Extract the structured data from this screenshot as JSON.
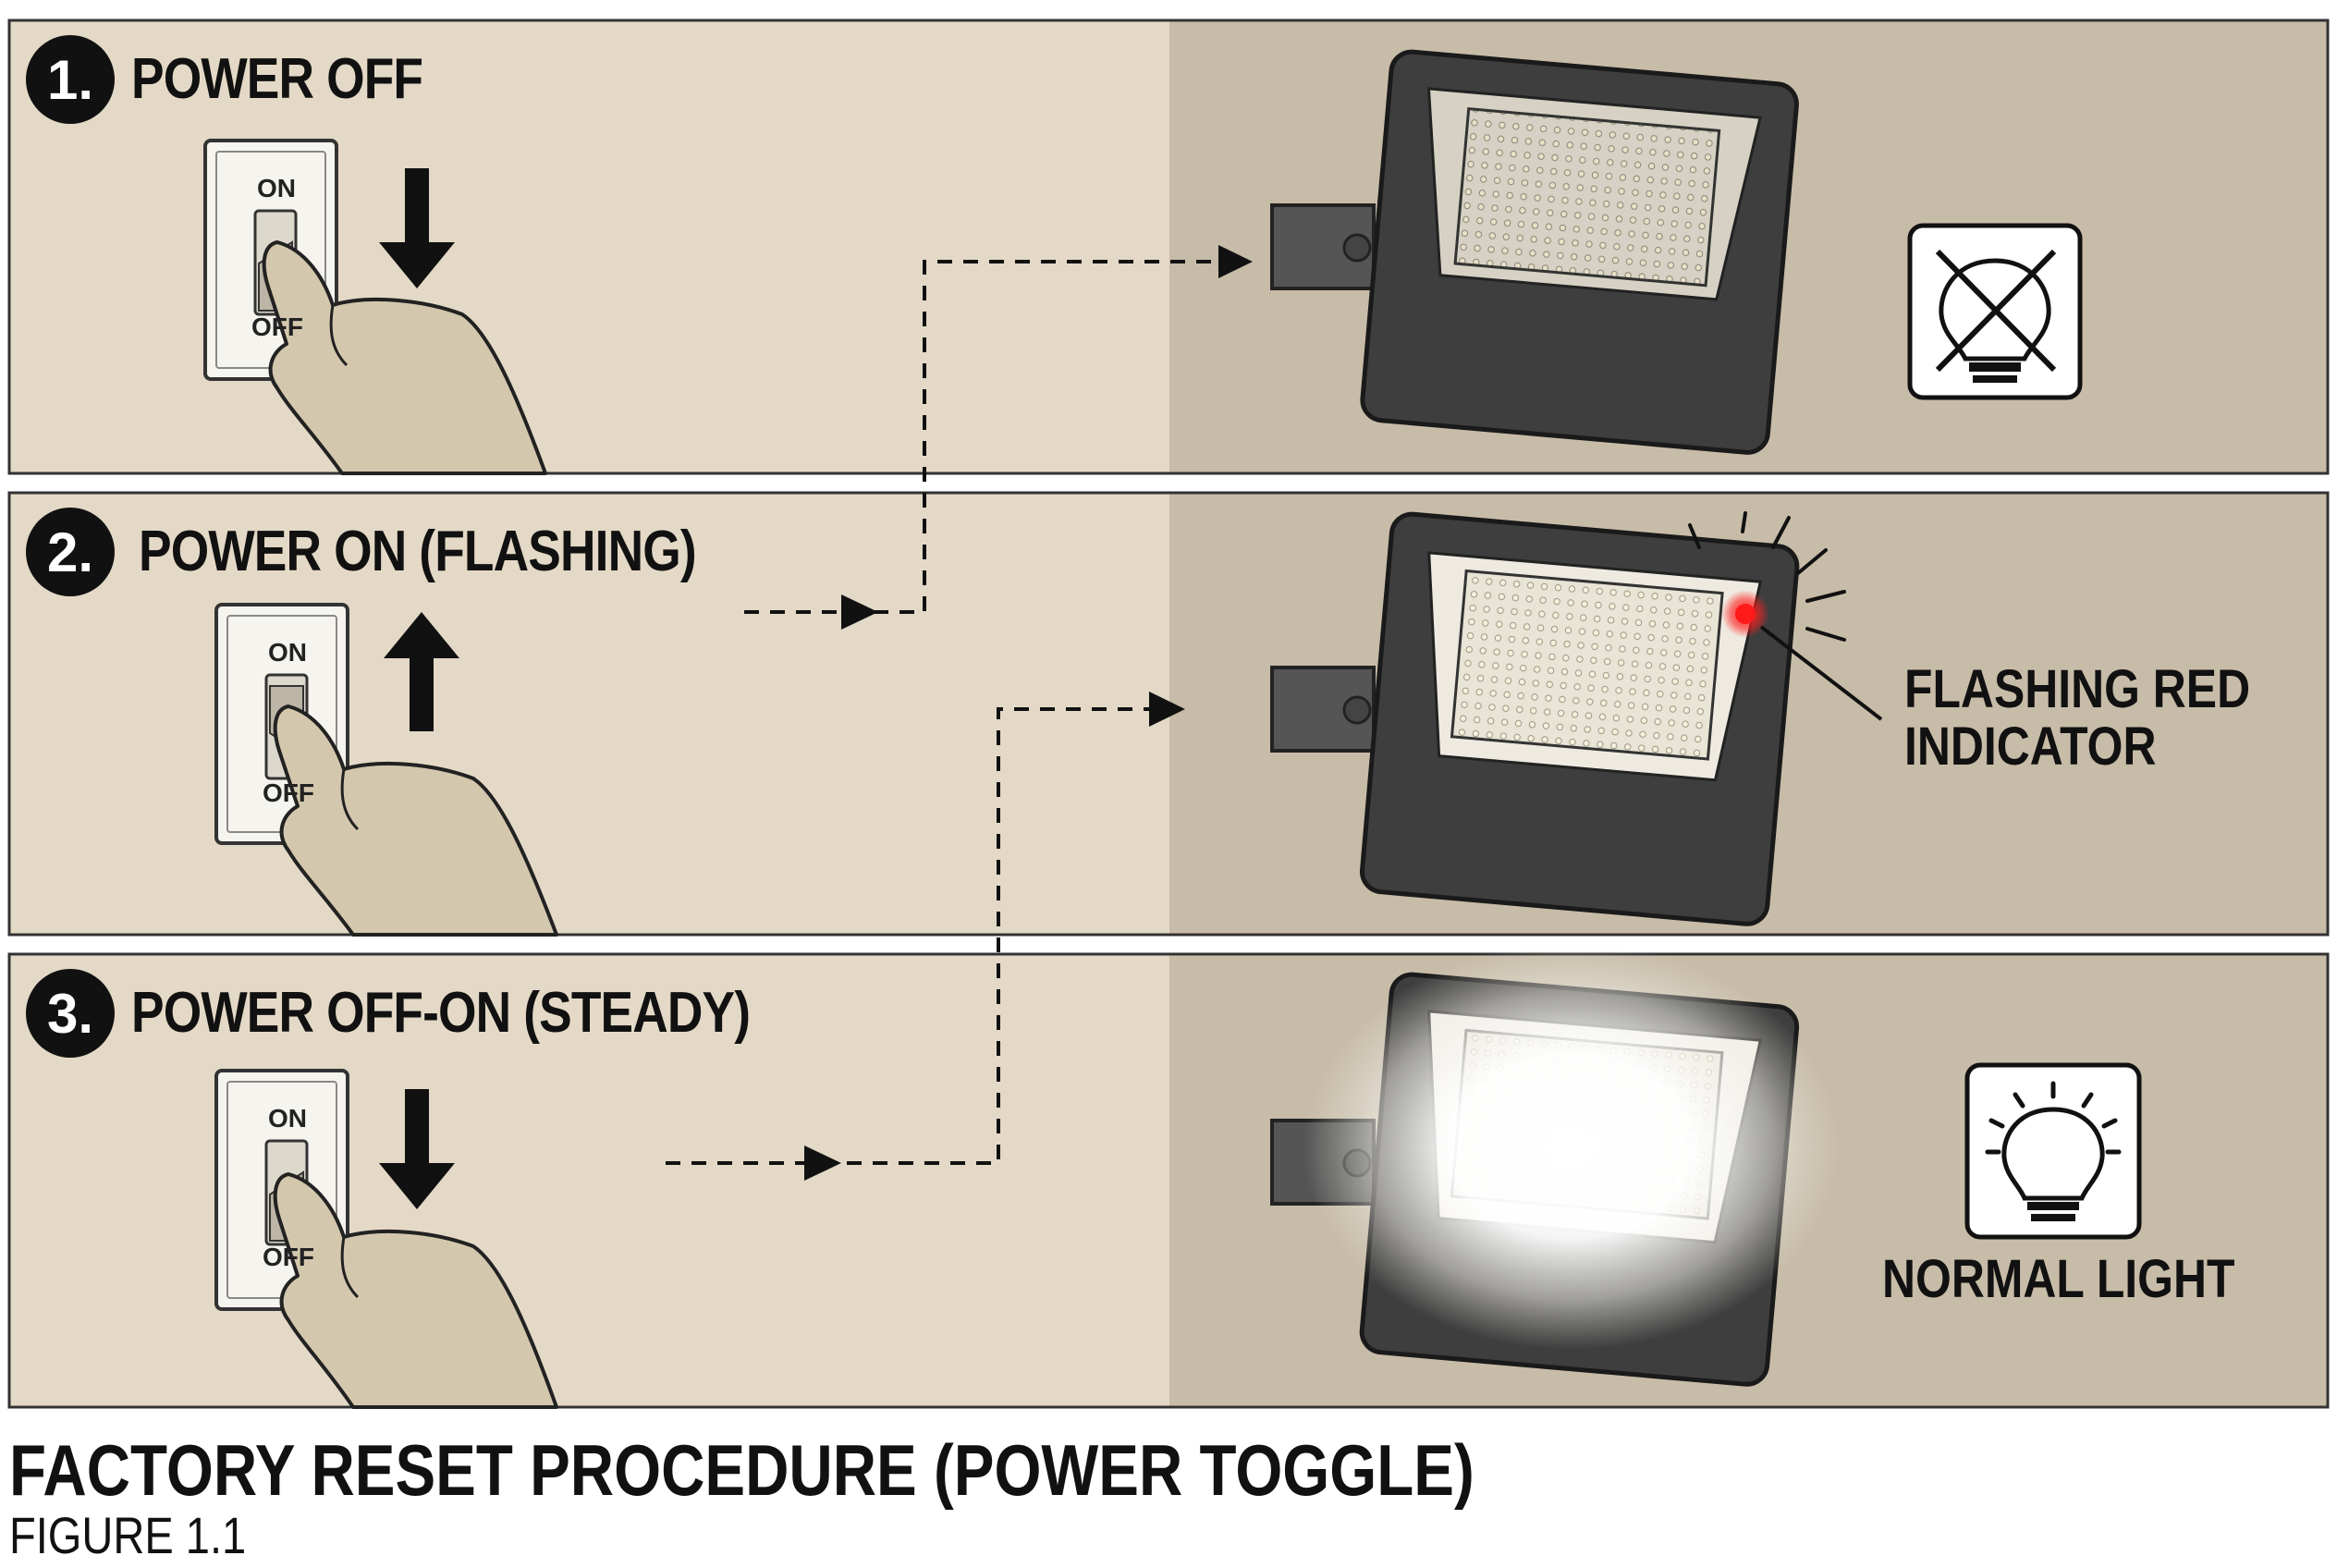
{
  "steps": [
    {
      "number": "1.",
      "title": "POWER OFF",
      "switch_on": "ON",
      "switch_off": "OFF",
      "arrow": "down-arrow-icon",
      "light": "off",
      "status_icon": "bulb-off-icon"
    },
    {
      "number": "2.",
      "title": "POWER ON (FLASHING)",
      "switch_on": "ON",
      "switch_off": "OFF",
      "arrow": "up-arrow-icon",
      "light": "flashing",
      "callout": [
        "FLASHING RED",
        "INDICATOR"
      ]
    },
    {
      "number": "3.",
      "title": "POWER OFF-ON (STEADY)",
      "switch_on": "ON",
      "switch_off": "OFF",
      "arrow": "down-arrow-icon",
      "light": "on",
      "status_icon": "bulb-on-icon",
      "callout": [
        "NORMAL LIGHT"
      ]
    }
  ],
  "figure": {
    "title": "FACTORY RESET PROCEDURE (POWER TOGGLE)",
    "caption": "FIGURE 1.1"
  },
  "colors": {
    "panel_left": "#e3d9c6",
    "panel_right": "#c7bca8",
    "indicator_red": "#ff1a1a",
    "border": "#333333"
  }
}
